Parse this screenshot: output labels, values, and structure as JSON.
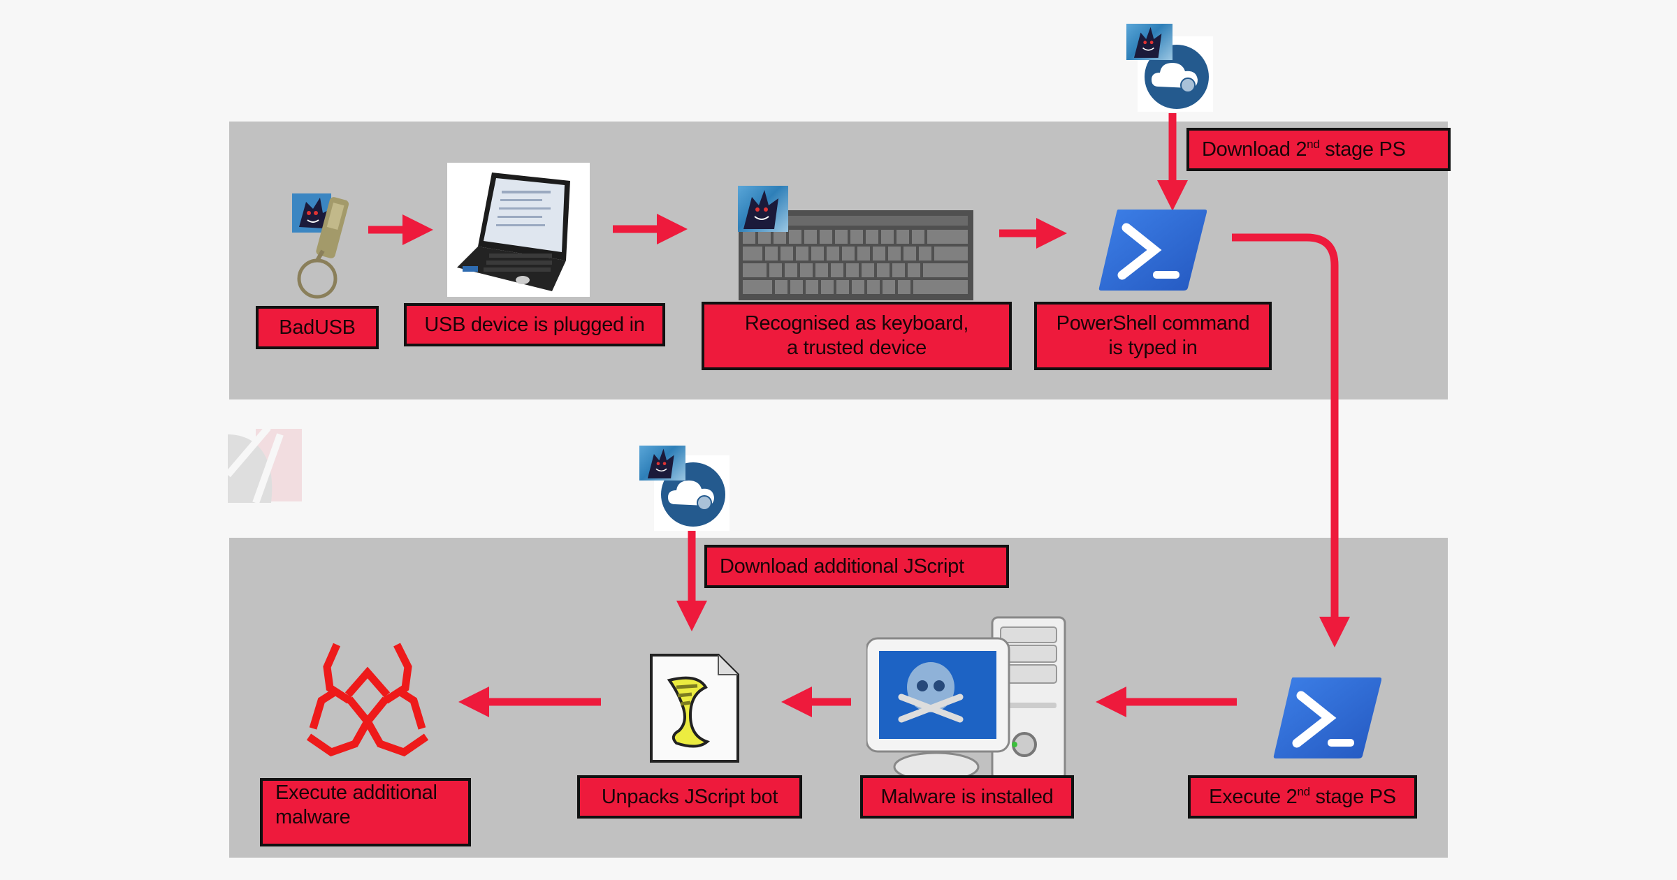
{
  "diagram": {
    "title": "BadUSB attack chain",
    "colors": {
      "background": "#f7f7f7",
      "band": "#c1c1c1",
      "label_fill": "#ee1a3c",
      "label_border": "#111111",
      "arrow": "#ee1a3c",
      "powershell_blue": "#2f6fd6",
      "cloud_blue": "#245a8e"
    },
    "top_row": {
      "steps": [
        {
          "id": "badusb",
          "icon": "usb-drive-icon",
          "label": "BadUSB"
        },
        {
          "id": "plugged",
          "icon": "laptop-icon",
          "label": "USB device is plugged in"
        },
        {
          "id": "keyboard",
          "icon": "keyboard-icon",
          "label_line1": "Recognised as keyboard,",
          "label_line2": "a trusted device"
        },
        {
          "id": "ps-typed",
          "icon": "powershell-icon",
          "label_line1": "PowerShell command",
          "label_line2": "is typed in"
        }
      ],
      "download": {
        "icon": "cloud-server-icon",
        "label_prefix": "Download 2",
        "label_sup": "nd",
        "label_suffix": " stage PS"
      }
    },
    "bottom_row": {
      "steps": [
        {
          "id": "execute-ps",
          "icon": "powershell-icon",
          "label_prefix": "Execute 2",
          "label_sup": "nd",
          "label_suffix": " stage PS"
        },
        {
          "id": "installed",
          "icon": "infected-computer-icon",
          "label": "Malware is installed"
        },
        {
          "id": "jscript",
          "icon": "script-file-icon",
          "label": "Unpacks JScript bot"
        },
        {
          "id": "additional",
          "icon": "biohazard-icon",
          "label_line1": "Execute additional",
          "label_line2": "malware"
        }
      ],
      "download": {
        "icon": "cloud-server-icon",
        "label": "Download additional JScript"
      }
    },
    "attacker_badge": "attacker-avatar-icon"
  }
}
